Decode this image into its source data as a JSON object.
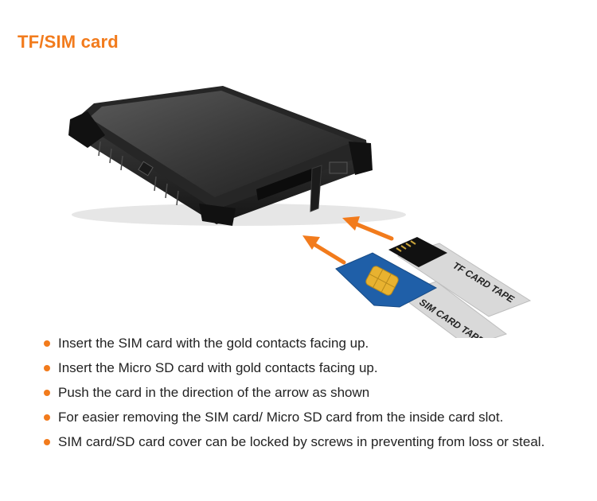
{
  "title": "TF/SIM card",
  "illustration": {
    "tf_card_tape_label": "TF CARD TAPE",
    "sim_card_tape_label": "SIM CARD TAPE",
    "colors": {
      "accent": "#f27b1c",
      "sim_card": "#1f5fa8",
      "sim_chip": "#e8b230",
      "tablet_body": "#2a2a2a"
    }
  },
  "bullets": [
    "Insert the SIM card with the gold contacts facing up.",
    "Insert the Micro SD card with gold contacts facing up.",
    "Push the card in the direction of the arrow as shown",
    "For easier removing the SIM card/ Micro SD card from the inside card slot.",
    "SIM card/SD card cover can be locked by screws in preventing from loss or steal."
  ]
}
